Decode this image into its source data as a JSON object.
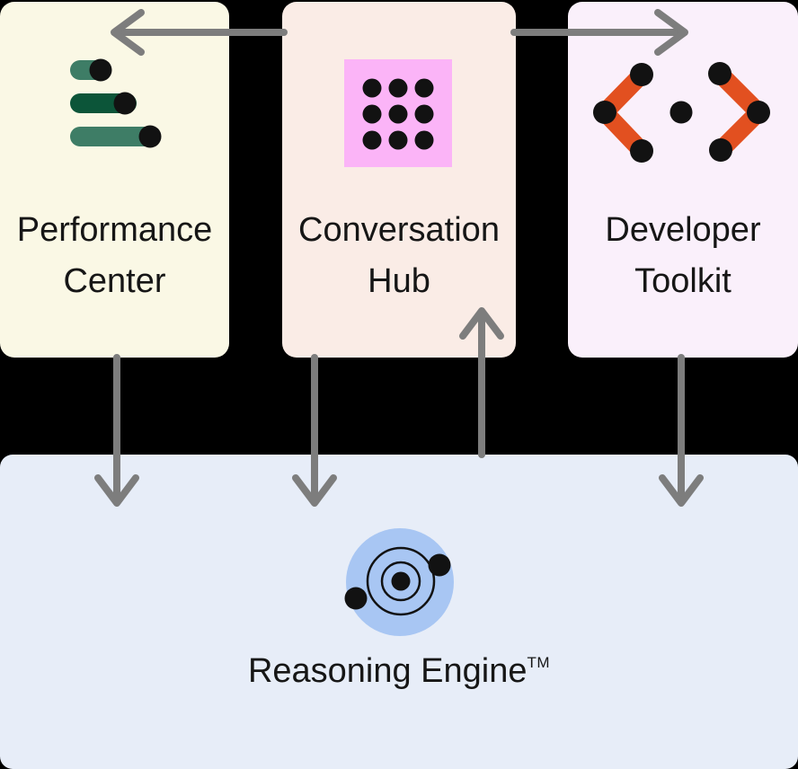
{
  "diagram": {
    "cards": [
      {
        "name": "performance-center",
        "line1": "Performance",
        "line2": "Center",
        "icon": "bar-chart-icon"
      },
      {
        "name": "conversation-hub",
        "line1": "Conversation",
        "line2": "Hub",
        "icon": "dot-grid-icon"
      },
      {
        "name": "developer-toolkit",
        "line1": "Developer",
        "line2": "Toolkit",
        "icon": "code-brackets-icon"
      }
    ],
    "engine": {
      "name": "reasoning-engine",
      "label": "Reasoning Engine",
      "trademark": "TM",
      "icon": "orbit-icon"
    },
    "arrows": [
      {
        "from": "conversation-hub",
        "to": "performance-center",
        "direction": "left"
      },
      {
        "from": "conversation-hub",
        "to": "developer-toolkit",
        "direction": "right"
      },
      {
        "from": "performance-center",
        "to": "reasoning-engine",
        "direction": "down"
      },
      {
        "from": "conversation-hub",
        "to": "reasoning-engine",
        "direction": "down"
      },
      {
        "from": "reasoning-engine",
        "to": "conversation-hub",
        "direction": "up"
      },
      {
        "from": "developer-toolkit",
        "to": "reasoning-engine",
        "direction": "down"
      }
    ]
  },
  "colors": {
    "bg": "#000000",
    "card-performance": "#FAF8E5",
    "card-conversation": "#FAECE6",
    "card-developer": "#FAF0FB",
    "panel": "#E7EDF8",
    "ink": "#161616",
    "dot": "#121212",
    "green-mid": "#3E7D66",
    "green-dark": "#0C5539",
    "pink-square": "#FBB4F7",
    "orange": "#E25020",
    "blue-circle": "#A8C6F3",
    "arrow": "#7D7D7D"
  }
}
